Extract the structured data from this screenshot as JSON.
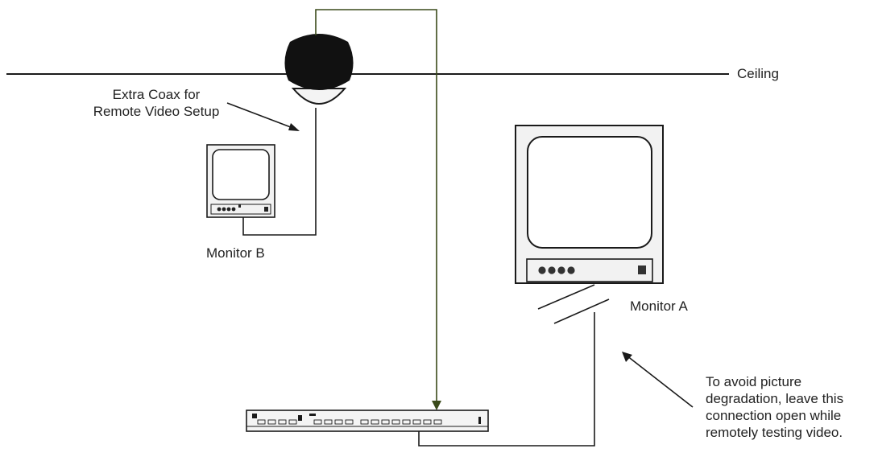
{
  "labels": {
    "ceiling": "Ceiling",
    "extra_coax_line1": "Extra Coax for",
    "extra_coax_line2": "Remote Video Setup",
    "monitor_b": "Monitor B",
    "monitor_a": "Monitor A",
    "note_line1": "To avoid picture",
    "note_line2": "degradation, leave this",
    "note_line3": "connection open while",
    "note_line4": "remotely testing video."
  },
  "colors": {
    "line": "#1a1a1a",
    "coax": "#3a4a1a",
    "dome": "#111111",
    "device_fill": "#f2f2f2",
    "screen_fill": "#ffffff"
  }
}
